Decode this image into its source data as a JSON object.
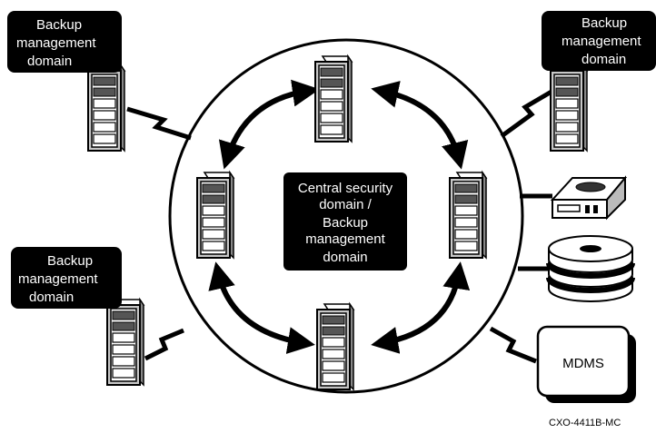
{
  "labels": {
    "top_left": [
      "Backup",
      "management",
      "domain"
    ],
    "top_right": [
      "Backup",
      "management",
      "domain"
    ],
    "bottom_left": [
      "Backup",
      "management",
      "domain"
    ],
    "center": [
      "Central security",
      "domain /",
      "Backup",
      "management",
      "domain"
    ],
    "mdms": "MDMS",
    "figure_code": "CXO-4411B-MC"
  },
  "icons": {
    "server": "tower-server-icon",
    "tape": "tape-drive-icon",
    "disk": "disk-stack-icon",
    "mdms": "mdms-box-icon"
  },
  "colors": {
    "ink": "#000000",
    "paper": "#ffffff",
    "server_body": "#c8c8c8"
  }
}
